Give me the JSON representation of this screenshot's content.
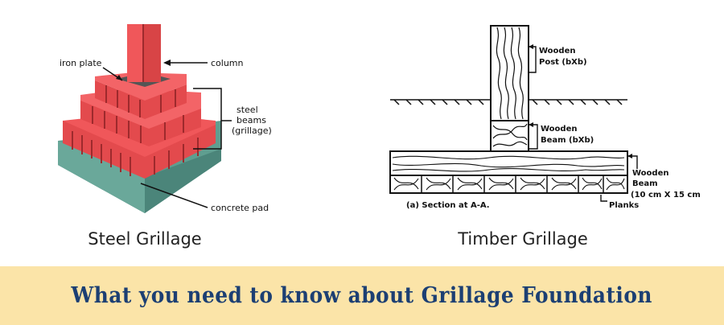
{
  "steel": {
    "caption": "Steel Grillage",
    "labels": {
      "iron_plate": "iron plate",
      "column": "column",
      "steel_line1": "steel",
      "steel_line2": "beams",
      "steel_line3": "(grillage)",
      "concrete_pad": "concrete pad"
    },
    "colors": {
      "steel": "#f0575a",
      "steel_dark": "#c23a3d",
      "concrete": "#5f9e90"
    }
  },
  "timber": {
    "caption": "Timber Grillage",
    "labels": {
      "post_line1": "Wooden",
      "post_line2": "Post (bXb)",
      "beam_line1": "Wooden",
      "beam_line2": "Beam (bXb)",
      "wbeam_line1": "Wooden",
      "wbeam_line2": "Beam",
      "wbeam_line3": "(10 cm X 15 cm",
      "section": "(a)  Section at A-A.",
      "planks": "Planks"
    }
  },
  "banner": {
    "title": "What you need to know about Grillage Foundation",
    "bg": "#fbe4a8",
    "text_color": "#1c3f73"
  }
}
